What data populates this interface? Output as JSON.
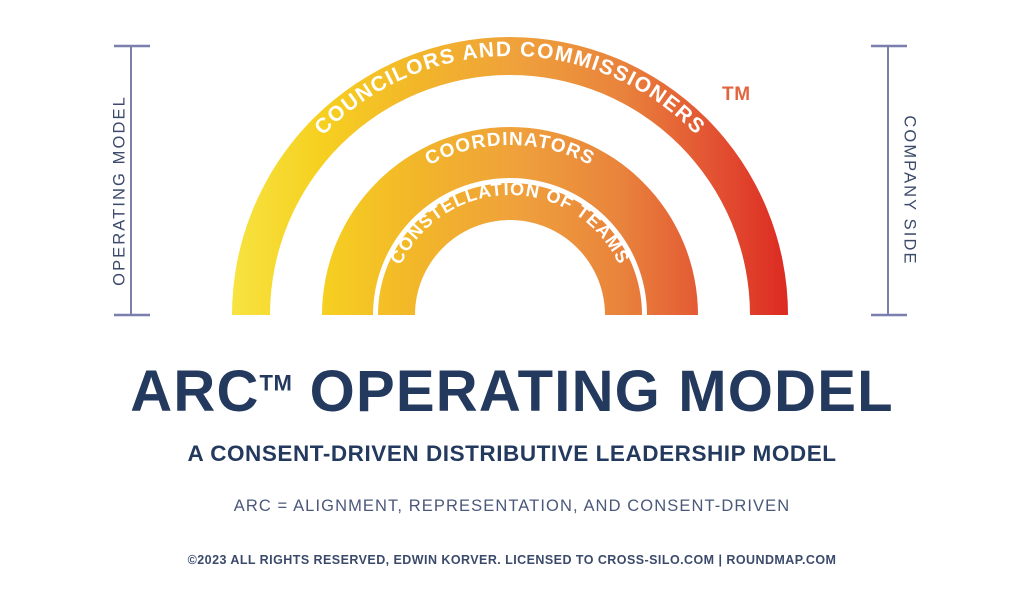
{
  "diagram": {
    "trademark_mark": "TM",
    "side_labels": {
      "left": "OPERATING MODEL",
      "right": "COMPANY SIDE"
    },
    "arcs": [
      {
        "id": "outer",
        "label": "COUNCILORS AND COMMISSIONERS"
      },
      {
        "id": "middle",
        "label": "COORDINATORS"
      },
      {
        "id": "inner",
        "label": "CONSTELLATION OF TEAMS"
      }
    ],
    "gradient": {
      "start": "#F7E03C",
      "mid_left": "#F5C518",
      "mid": "#EFA93A",
      "mid_right": "#E9823C",
      "end": "#DE2C24"
    },
    "rule_color": "#7b7fae"
  },
  "titles": {
    "brand": "ARC",
    "brand_tm": "TM",
    "title_rest": " OPERATING MODEL",
    "subtitle": "A CONSENT-DRIVEN DISTRIBUTIVE LEADERSHIP MODEL",
    "definition": "ARC = ALIGNMENT, REPRESENTATION, AND CONSENT-DRIVEN",
    "copyright": "©2023 ALL RIGHTS RESERVED, EDWIN KORVER. LICENSED TO CROSS-SILO.COM  |  ROUNDMAP.COM",
    "title_color": "#23395e",
    "definition_color": "#4a587a"
  }
}
